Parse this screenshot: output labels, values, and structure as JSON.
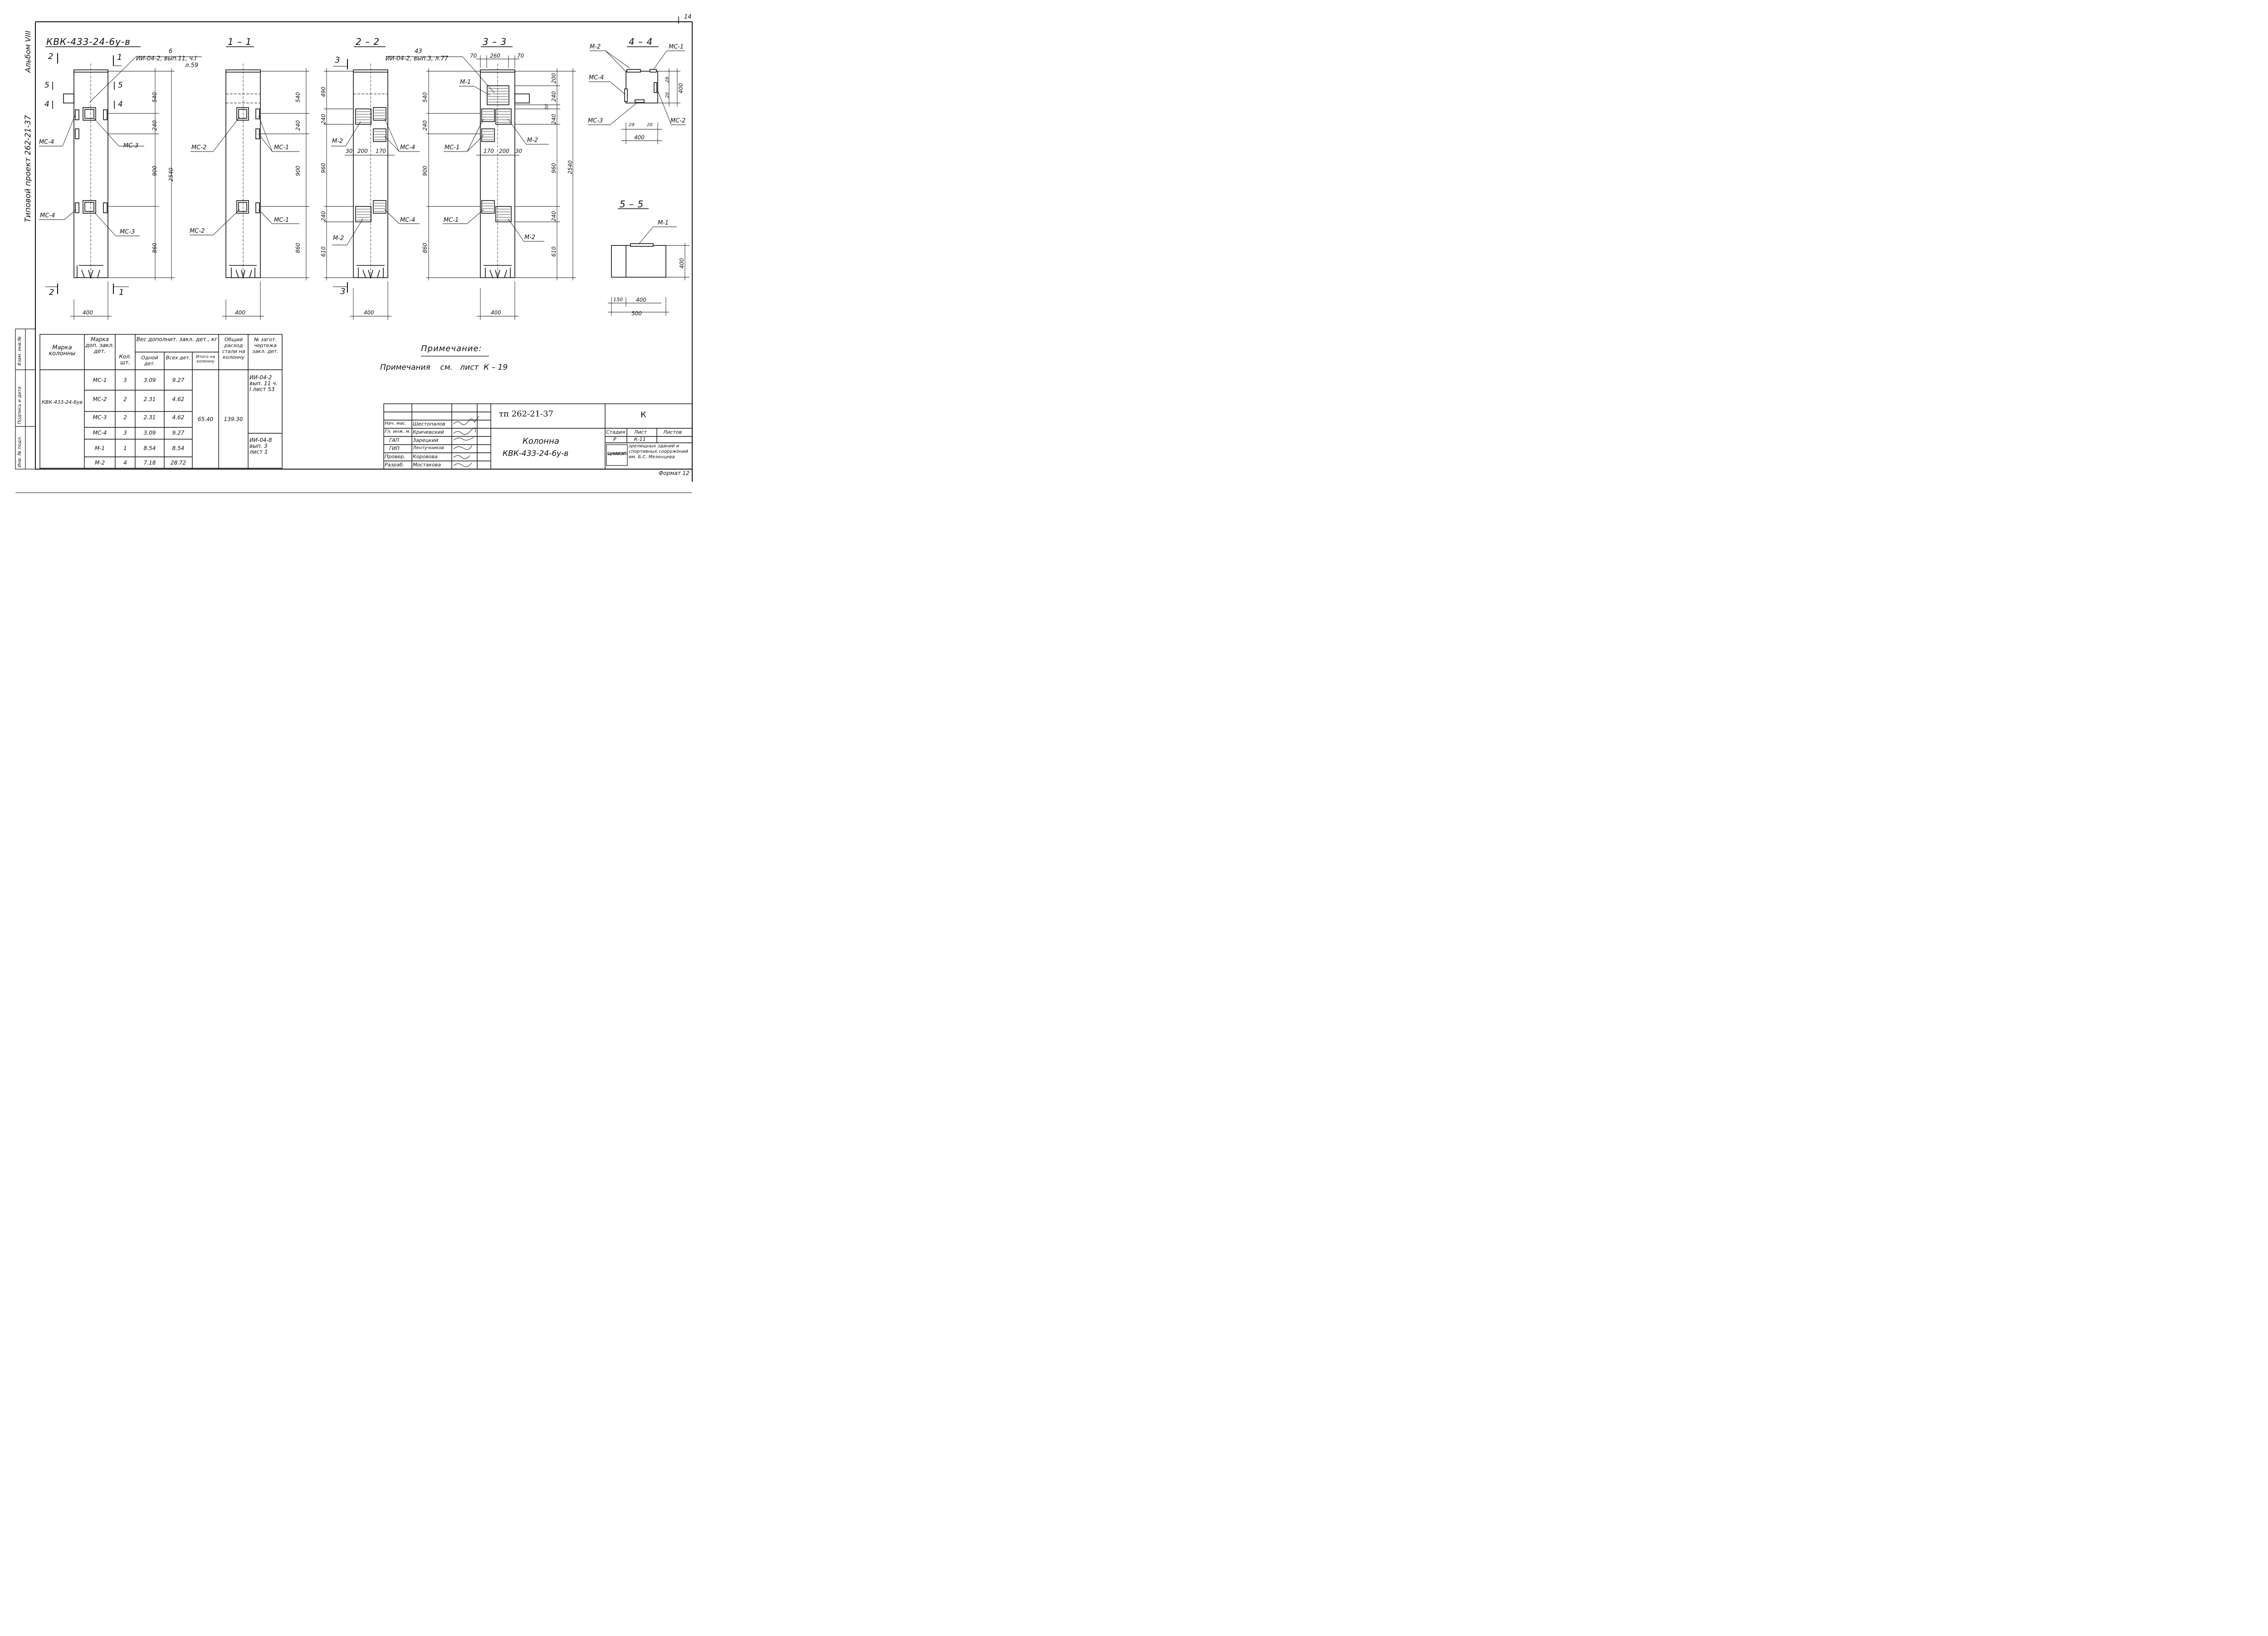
{
  "page_number": "14",
  "side_strip": {
    "project": "Типовой проект 262-21-37",
    "album": "Альбом VIII",
    "stamp_cells": [
      "Взам. инв.№",
      "Подпись и дата",
      "Инв. № подл."
    ]
  },
  "views": {
    "main_title": "КВК-433-24-6у-в",
    "sec_1": "1 – 1",
    "sec_2": "2 – 2",
    "sec_3": "3 – 3",
    "sec_4": "4 – 4",
    "sec_5": "5 – 5"
  },
  "main_view": {
    "ref_num": "6",
    "ref_text": "ИИ-04-2, вып.11, ч.I",
    "ref_sheet": "л.59",
    "cut_2": "2",
    "cut_1": "1",
    "cut_5": "5",
    "cut_4": "4",
    "dims": [
      "540",
      "240",
      "900",
      "860",
      "2540"
    ],
    "width": "400",
    "labels": [
      "МС-4",
      "МС-3",
      "МС-4",
      "МС-3"
    ]
  },
  "view_1_1": {
    "dims": [
      "540",
      "240",
      "900",
      "860"
    ],
    "width": "400",
    "labels": [
      "МС-2",
      "МС-1",
      "МС-2",
      "МС-1"
    ]
  },
  "view_2_2": {
    "cut_3": "3",
    "dims": [
      "490",
      "240",
      "960",
      "240",
      "610"
    ],
    "width": "400",
    "bottom_dims": [
      "30",
      "200",
      "170"
    ],
    "labels": [
      "М-2",
      "МС-4",
      "МС-4",
      "М-2"
    ]
  },
  "view_3_3": {
    "ref_num": "43",
    "ref_text": "ИИ-04-2, вып.3, л.77",
    "top_dims": [
      "70",
      "260",
      "70"
    ],
    "dims_left": [
      "540",
      "240",
      "900",
      "860"
    ],
    "dims_right": [
      "200",
      "240",
      "50",
      "240",
      "960",
      "240",
      "610",
      "2540"
    ],
    "bottom_dims": [
      "170",
      "200",
      "30"
    ],
    "width": "400",
    "labels": [
      "М-1",
      "М-2",
      "МС-1",
      "МС-1",
      "М-2"
    ]
  },
  "view_4_4": {
    "labels": [
      "М-2",
      "МС-1",
      "МС-4",
      "МС-3",
      "МС-2"
    ],
    "dims": [
      "29",
      "400",
      "20",
      "29",
      "20",
      "400"
    ]
  },
  "view_5_5": {
    "label": "М-1",
    "dims": [
      "400",
      "150",
      "400",
      "500"
    ]
  },
  "note": {
    "heading": "Примечание:",
    "text": "Примечания    см.   лист  К – 19"
  },
  "spec_table": {
    "headers": {
      "mark": "Марка колонны",
      "emb": "Марка доп. закл. дет.",
      "qty": "Кол. шт.",
      "weight": "Вес дополнит. закл. дет., кг",
      "one": "Одной дет.",
      "all": "Всех дет.",
      "total": "Итого на колонну",
      "steel": "Общий расход стали на колонну",
      "ref": "№ загот. чертежа закл. дет."
    },
    "column_mark": "КВК-433-24-6ув",
    "rows": [
      {
        "emb": "МС-1",
        "qty": "3",
        "one": "3.09",
        "all": "9.27"
      },
      {
        "emb": "МС-2",
        "qty": "2",
        "one": "2.31",
        "all": "4.62"
      },
      {
        "emb": "МС-3",
        "qty": "2",
        "one": "2.31",
        "all": "4.62"
      },
      {
        "emb": "МС-4",
        "qty": "3",
        "one": "3.09",
        "all": "9.27"
      },
      {
        "emb": "М-1",
        "qty": "1",
        "one": "8.54",
        "all": "8.54"
      },
      {
        "emb": "М-2",
        "qty": "4",
        "one": "7.18",
        "all": "28.72"
      }
    ],
    "total": "65.40",
    "steel": "139.30",
    "ref1": "ИИ-04-2 вып. 11 ч. I лист 53",
    "ref2": "ИИ-04-8 вып. 3 лист 1"
  },
  "title_block": {
    "code": "тп 262-21-37",
    "mark": "К",
    "name": "Колонна",
    "subname": "КВК-433-24-6у-в",
    "roles": [
      "Нач. мас.",
      "Гл. инж. м.",
      "ГАП",
      "ГИП",
      "Провер.",
      "Разраб."
    ],
    "people": [
      "Шестопалов",
      "Кричевский",
      "Зарецкий",
      "Лентучников",
      "Коровова",
      "Мостакова"
    ],
    "stage_h": "Стадия",
    "sheet_h": "Лист",
    "sheets_h": "Листов",
    "stage": "Р",
    "sheet": "К-11",
    "sheets": "",
    "org_logo": "ЦНИИЭП",
    "org": "зрелищных зданий и спортивных сооружений им. Б.С. Мезенцева",
    "format": "Формат 12"
  }
}
